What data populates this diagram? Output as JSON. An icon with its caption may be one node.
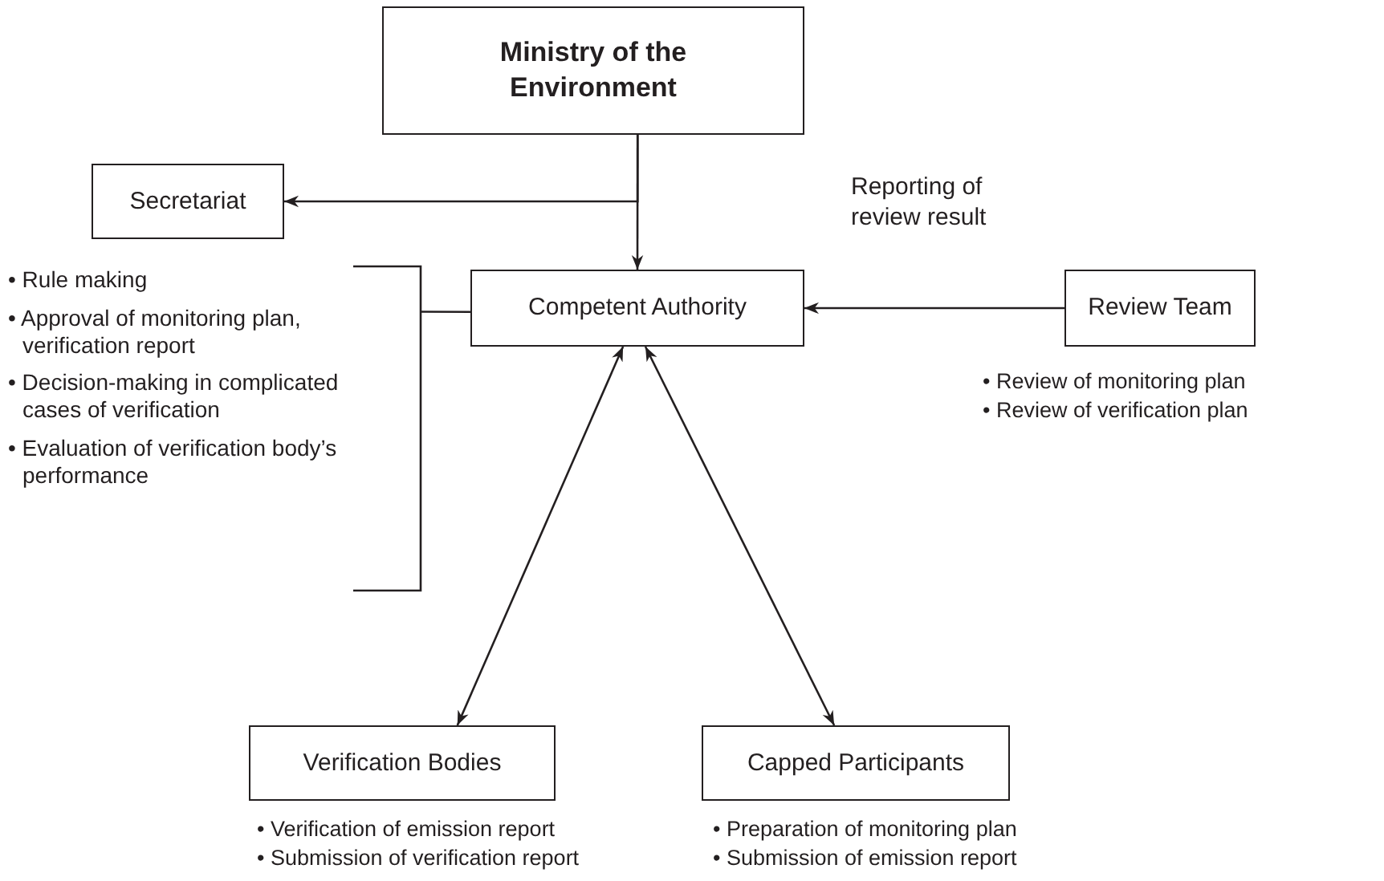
{
  "diagram": {
    "nodes": [
      {
        "text": [
          "Ministry of the Environment"
        ]
      },
      {
        "text": [
          "Secretariat"
        ]
      },
      {
        "text": [
          "Competent Authority"
        ]
      },
      {
        "text": [
          "• Rule making",
          "• Approval of monitoring plan, verification report",
          "• Decision-making in complicated cases of verification",
          "• Evaluation of verification body’s performance"
        ]
      },
      {
        "text": [
          "Review Team"
        ],
        "beside": [
          "• Review of monitoring plan",
          "• Review of verification plan"
        ]
      },
      {
        "text": [
          "Verification Bodies"
        ],
        "beside": [
          "• Verification of emission report",
          "• Submission of verification report"
        ]
      },
      {
        "text": [
          "Capped Participants"
        ],
        "beside": [
          "• Preparation of monitoring plan",
          "• Submission of emission report"
        ]
      }
    ],
    "edges": [
      {
        "from": 0,
        "to": 2,
        "arrow": "to"
      },
      {
        "from": 0,
        "to": 1,
        "arrow": "to"
      },
      {
        "from": 4,
        "to": 2,
        "arrow": "to",
        "label": "Reporting of review result"
      },
      {
        "from": 2,
        "to": 5,
        "arrow": "both"
      },
      {
        "from": 2,
        "to": 6,
        "arrow": "both"
      },
      {
        "from": 3,
        "to": 2,
        "arrow": "none"
      }
    ]
  }
}
